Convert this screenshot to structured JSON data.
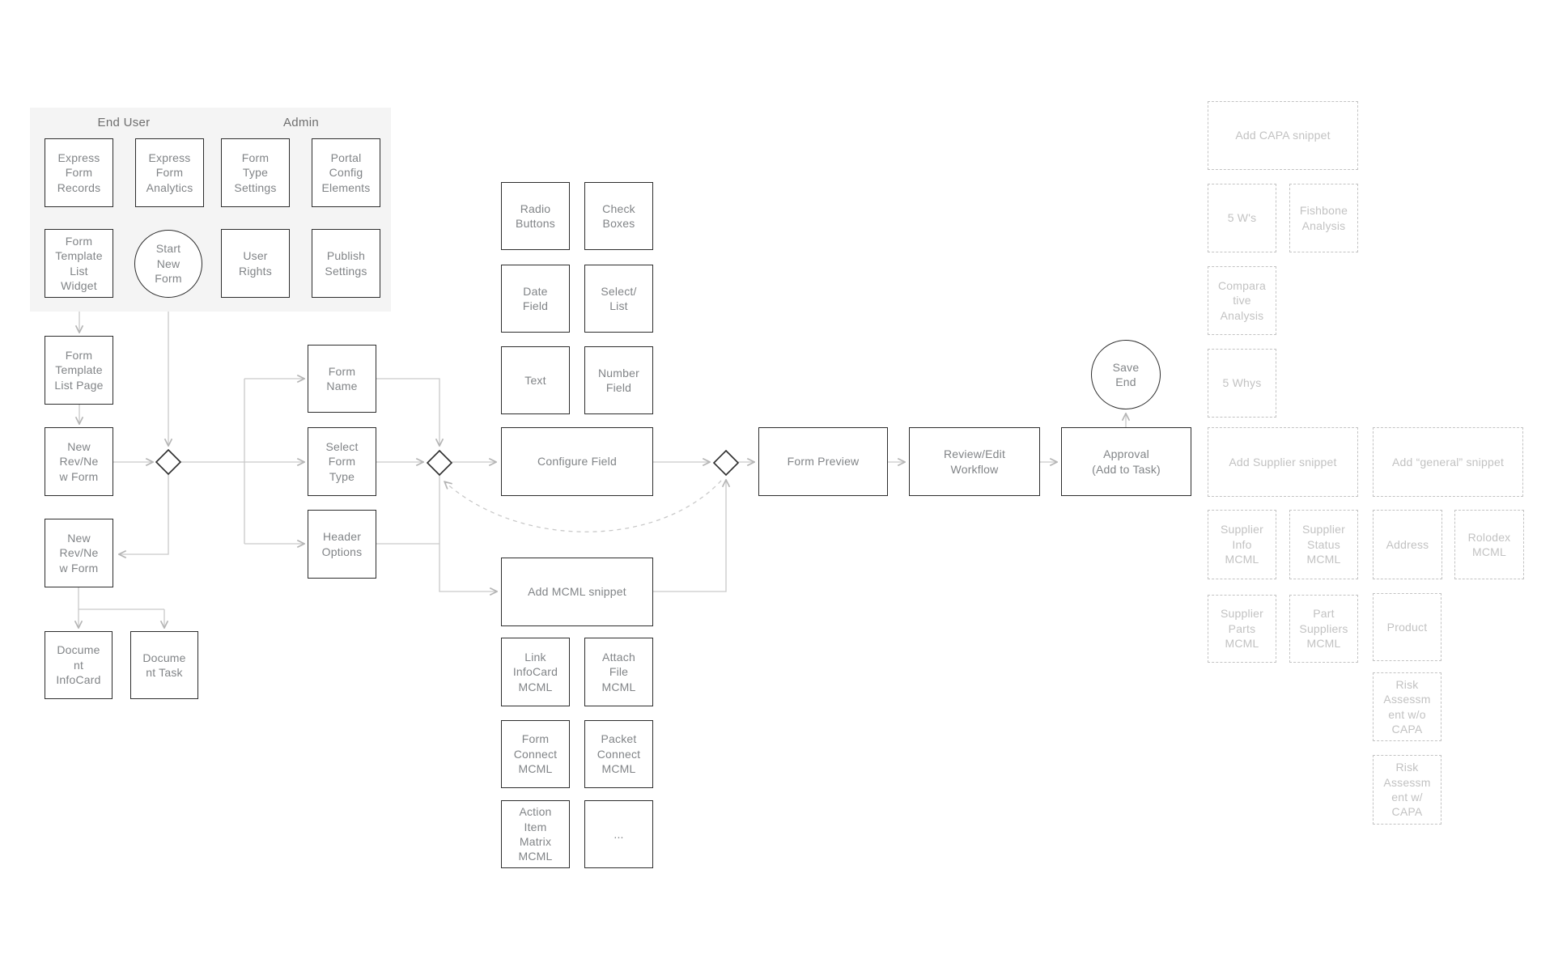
{
  "colors": {
    "background": "#ffffff",
    "panel_bg": "#f4f4f4",
    "solid_node_border": "#2d2d2d",
    "node_text": "#818487",
    "panel_label_text": "#6e6e6e",
    "dashed_node_border": "#c3c3c3",
    "dashed_node_text": "#c2c2c2",
    "connector": "#c9c9c9"
  },
  "panel": {
    "end_user_label": "End User",
    "admin_label": "Admin",
    "nodes": {
      "express_form_records": "Express\nForm\nRecords",
      "express_form_analytics": "Express\nForm\nAnalytics",
      "form_type_settings": "Form\nType\nSettings",
      "portal_config_elements": "Portal\nConfig\nElements",
      "form_template_list_widget": "Form\nTemplate\nList\nWidget",
      "start_new_form": "Start\nNew\nForm",
      "user_rights": "User\nRights",
      "publish_settings": "Publish\nSettings"
    }
  },
  "left_flow": {
    "form_template_list_page": "Form\nTemplate\nList Page",
    "new_rev_new_form_top": "New\nRev/Ne\nw Form",
    "new_rev_new_form_bottom": "New\nRev/Ne\nw Form",
    "document_infocard": "Docume\nnt\nInfoCard",
    "document_task": "Docume\nnt Task"
  },
  "builder_flow": {
    "form_name": "Form\nName",
    "select_form_type": "Select\nForm\nType",
    "header_options": "Header\nOptions",
    "configure_field": "Configure Field",
    "add_mcml_snippet": "Add MCML snippet",
    "form_preview": "Form Preview",
    "review_edit_workflow": "Review/Edit\nWorkflow",
    "approval": "Approval\n(Add to Task)",
    "save_end": "Save\nEnd"
  },
  "field_palette": {
    "radio_buttons": "Radio\nButtons",
    "check_boxes": "Check\nBoxes",
    "date_field": "Date\nField",
    "select_list": "Select/\nList",
    "text_field": "Text",
    "number_field": "Number\nField"
  },
  "mcml_palette": {
    "link_infocard_mcml": "Link\nInfoCard\nMCML",
    "attach_file_mcml": "Attach\nFile\nMCML",
    "form_connect_mcml": "Form\nConnect\nMCML",
    "packet_connect_mcml": "Packet\nConnect\nMCML",
    "action_item_matrix_mcml": "Action\nItem\nMatrix\nMCML",
    "more": "..."
  },
  "snippet_palette": {
    "add_capa_snippet": "Add CAPA snippet",
    "five_ws": "5 W's",
    "fishbone_analysis": "Fishbone\nAnalysis",
    "comparative_analysis": "Compara\ntive\nAnalysis",
    "five_whys": "5 Whys",
    "add_supplier_snippet": "Add Supplier snippet",
    "add_general_snippet": "Add “general” snippet",
    "supplier_info_mcml": "Supplier\nInfo\nMCML",
    "supplier_status_mcml": "Supplier\nStatus\nMCML",
    "address": "Address",
    "rolodex_mcml": "Rolodex\nMCML",
    "supplier_parts_mcml": "Supplier\nParts\nMCML",
    "part_suppliers_mcml": "Part\nSuppliers\nMCML",
    "product": "Product",
    "risk_assessment_wo_capa": "Risk\nAssessm\nent w/o\nCAPA",
    "risk_assessment_w_capa": "Risk\nAssessm\nent w/\nCAPA"
  }
}
